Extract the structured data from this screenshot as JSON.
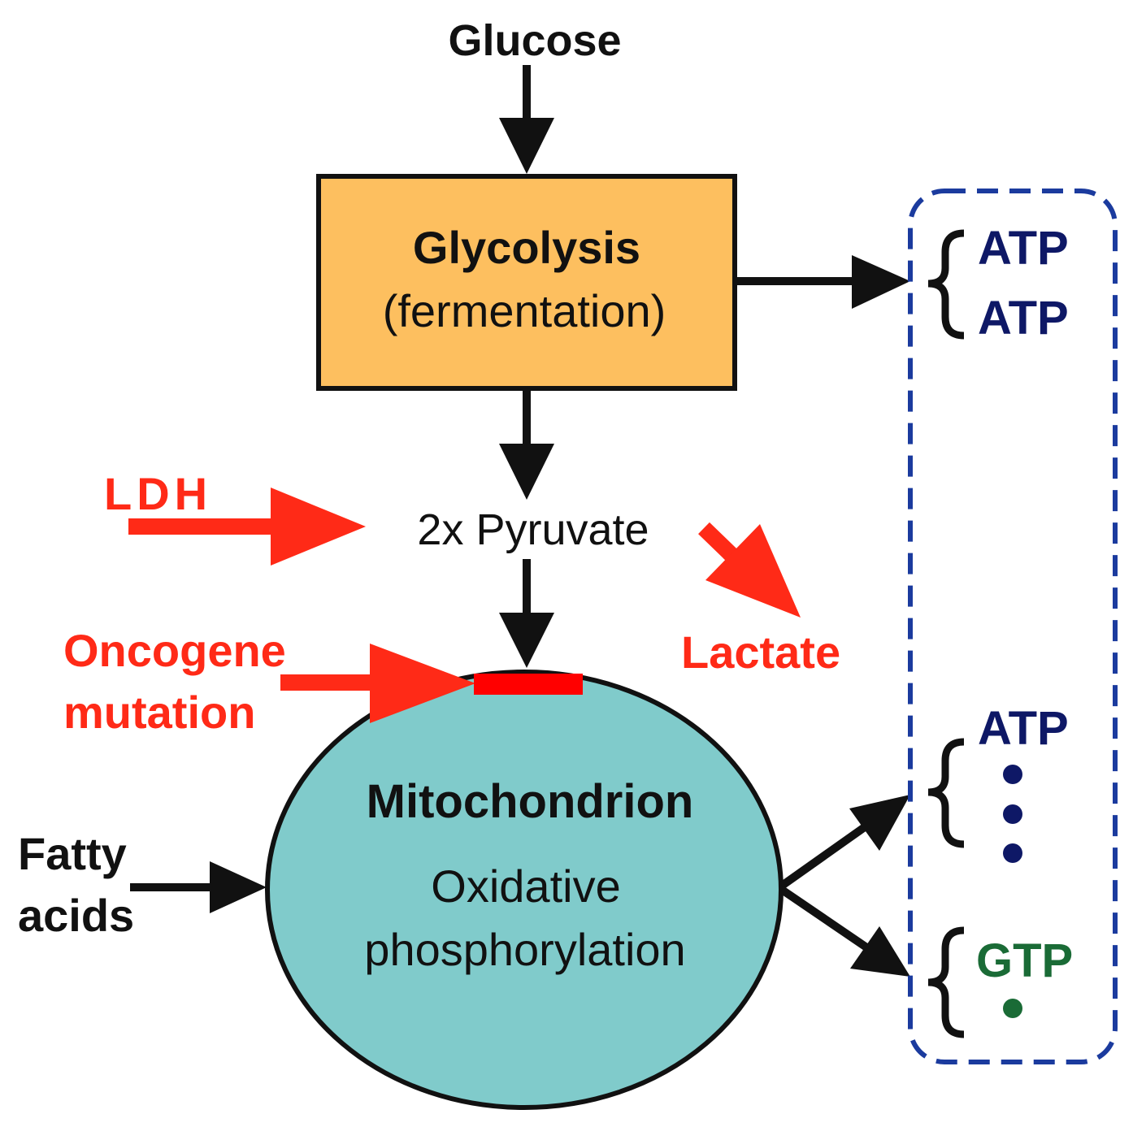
{
  "colors": {
    "black": "#111111",
    "red": "#ff2a17",
    "box_fill": "#fdbf5f",
    "mito_fill": "#80cbcb",
    "navy": "#0e1866",
    "green": "#1a6b36",
    "dash_border": "#1b3b9e"
  },
  "labels": {
    "glucose": "Glucose",
    "glycolysis": "Glycolysis",
    "fermentation": "(fermentation)",
    "pyruvate": "2x Pyruvate",
    "ldh": "LDH",
    "lactate": "Lactate",
    "oncogene_1": "Oncogene",
    "oncogene_2": "mutation",
    "mitochondrion": "Mitochondrion",
    "oxidative": "Oxidative",
    "phosphorylation": "phosphorylation",
    "fatty_1": "Fatty",
    "fatty_2": "acids"
  },
  "energy_box": {
    "glycolysis_group": [
      "ATP",
      "ATP"
    ],
    "mito_group": [
      "ATP"
    ],
    "gtp_group": [
      "GTP"
    ]
  },
  "icons": [
    "brace-icon",
    "ellipsis-dot-icon"
  ]
}
